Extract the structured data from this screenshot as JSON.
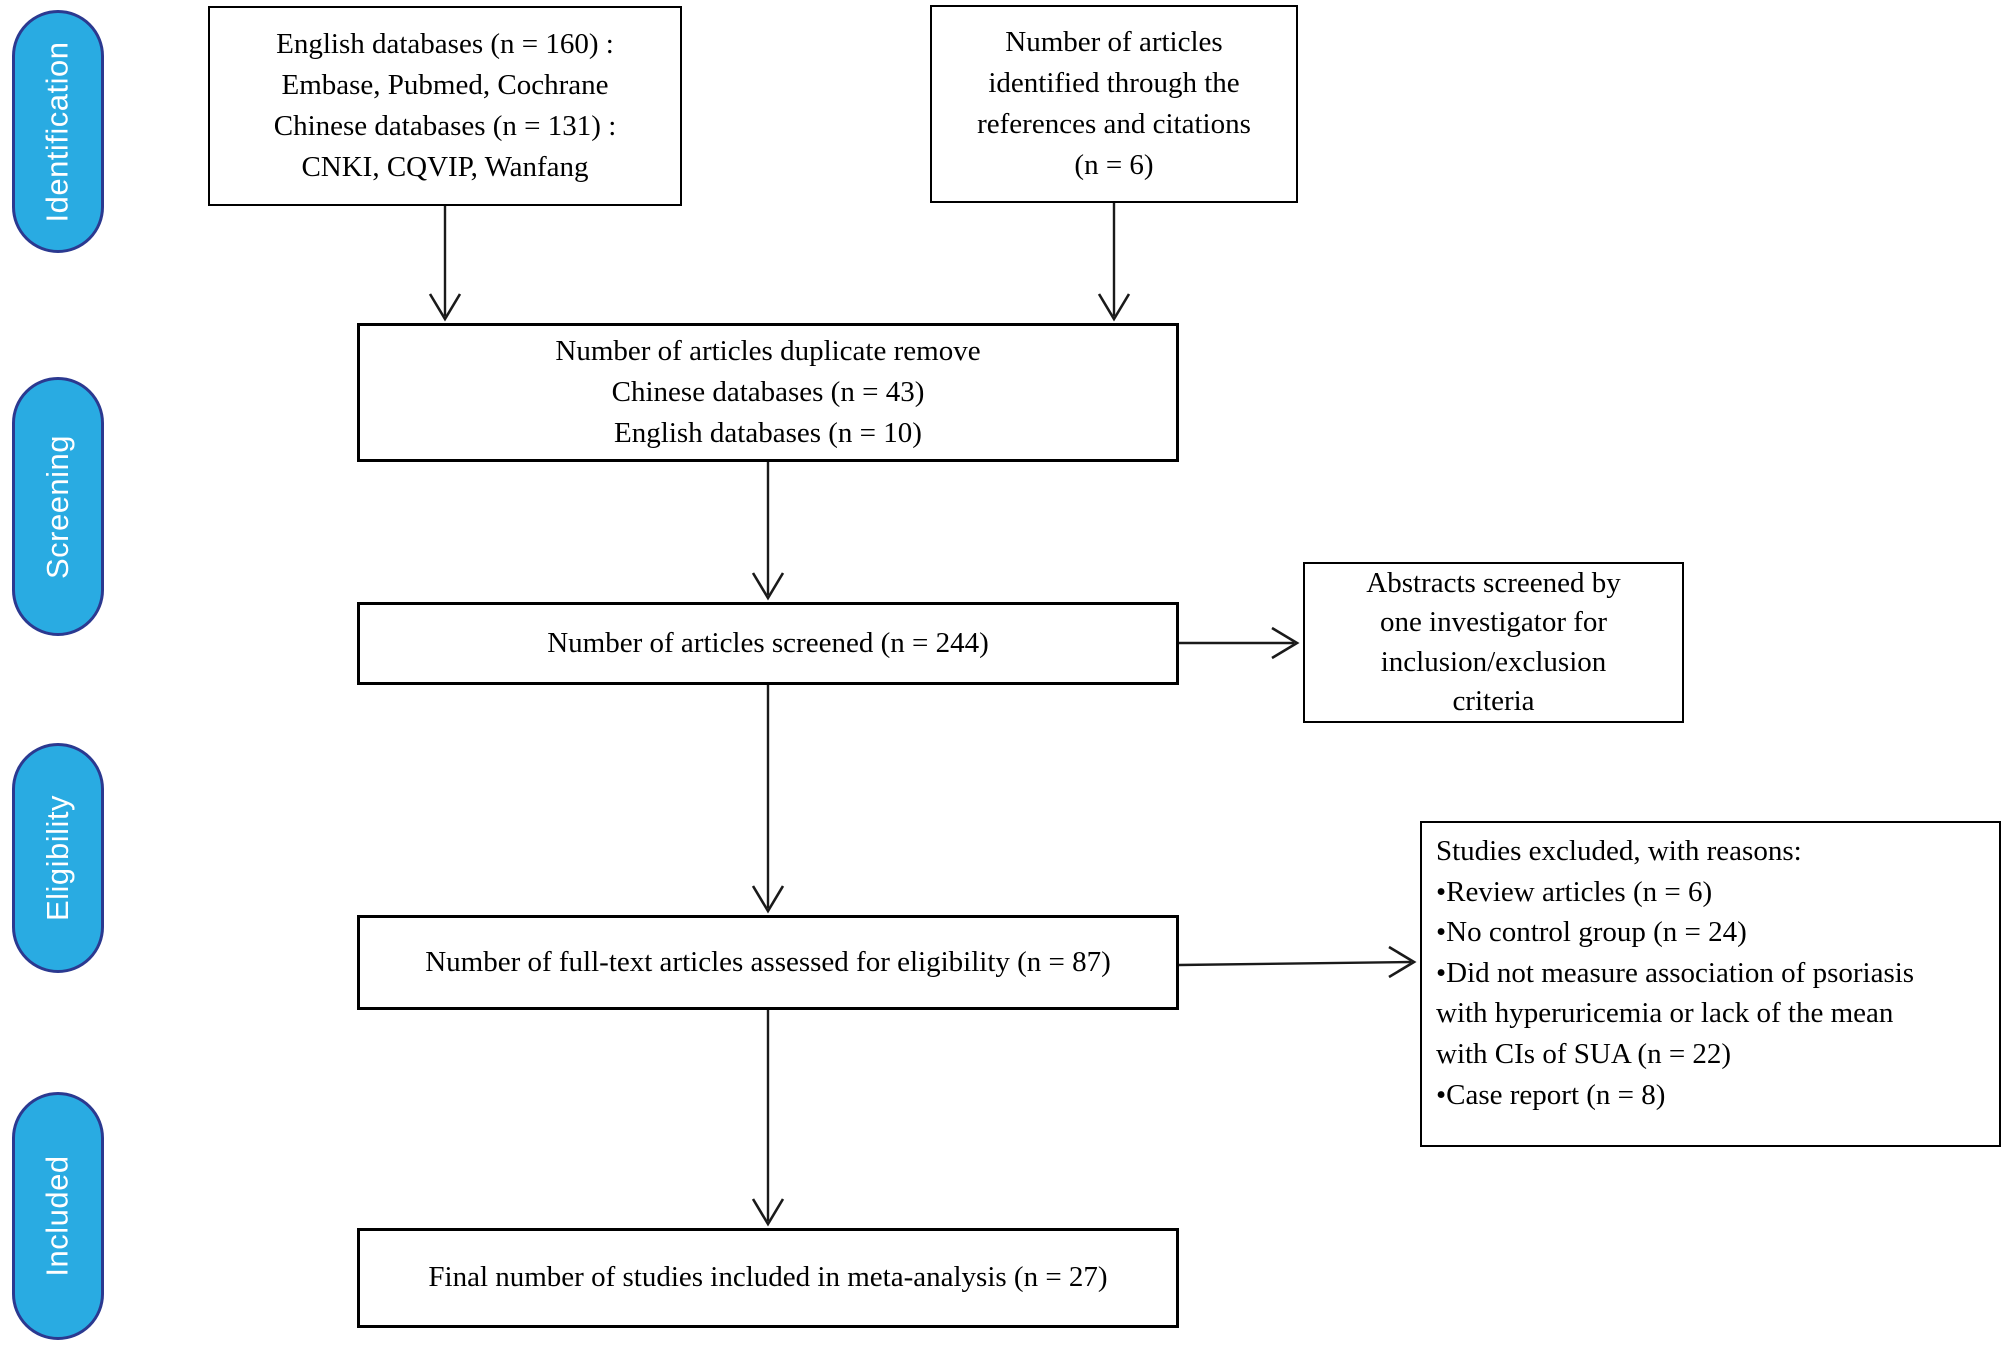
{
  "title": "Study selection flow diagram (PRISMA)",
  "colors": {
    "background": "#ffffff",
    "box_border": "#000000",
    "box_text": "#000000",
    "arrow": "#1a1a1a",
    "pill_fill": "#29abe2",
    "pill_border": "#2b3990",
    "pill_text": "#ffffff"
  },
  "stages": [
    {
      "label": "Identification"
    },
    {
      "label": "Screening"
    },
    {
      "label": "Eligibility"
    },
    {
      "label": "Included"
    }
  ],
  "boxes": {
    "databases": {
      "lines": [
        "English databases (n = 160) :",
        "Embase, Pubmed, Cochrane",
        "Chinese databases (n = 131) :",
        "CNKI, CQVIP, Wanfang"
      ]
    },
    "references": {
      "lines": [
        "Number of articles",
        "identified through the",
        "references and citations",
        "(n = 6)"
      ]
    },
    "duplicates": {
      "lines": [
        "Number of articles duplicate remove",
        "Chinese databases (n = 43)",
        "English databases (n = 10)"
      ]
    },
    "screened": {
      "text": "Number of articles screened (n = 244)"
    },
    "abstracts": {
      "lines": [
        "Abstracts screened by",
        "one investigator for",
        "inclusion/exclusion",
        "criteria"
      ]
    },
    "fulltext": {
      "text": "Number of full-text articles assessed for eligibility (n = 87)"
    },
    "excluded": {
      "lines": [
        "Studies excluded, with reasons:",
        "•Review articles (n = 6)",
        "•No control group (n = 24)",
        "•Did not measure association of psoriasis",
        "with hyperuricemia or lack of the mean",
        "with CIs of SUA (n = 22)",
        "•Case report (n = 8)"
      ]
    },
    "final": {
      "text": "Final number of studies included in meta-analysis (n = 27)"
    }
  }
}
